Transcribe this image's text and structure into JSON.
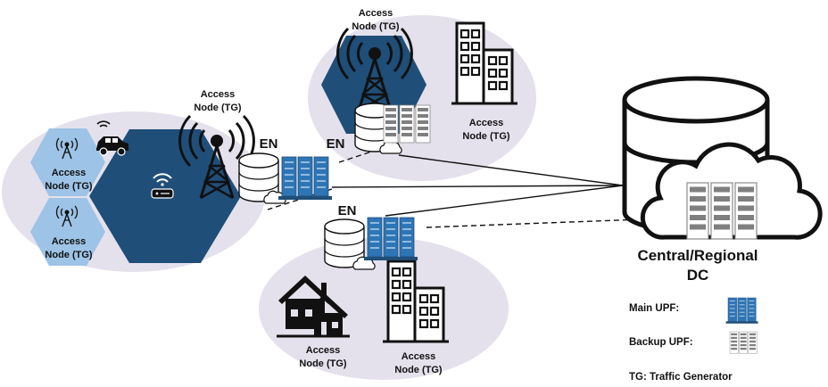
{
  "labels": {
    "access_node_line1": "Access",
    "access_node_line2": "Node (TG)",
    "en": "EN",
    "dc_line1": "Central/Regional",
    "dc_line2": "DC"
  },
  "legend": {
    "main_upf": "Main UPF:",
    "backup_upf": "Backup UPF:",
    "tg": "TG: Traffic Generator"
  },
  "colors": {
    "hex_dark": "#1f4e79",
    "hex_light": "#9dc3e6",
    "ellipse": "#e4e1ec",
    "main_upf_blue": "#2e75b6",
    "backup_upf_gray": "#7f7f7f"
  }
}
